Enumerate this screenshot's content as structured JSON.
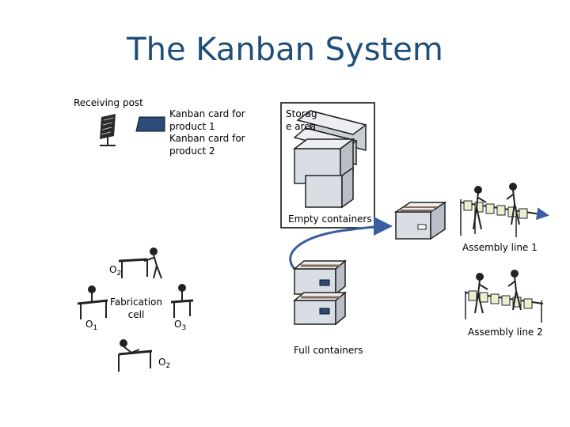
{
  "title": "The Kanban System",
  "labels": {
    "receiving_post": "Receiving post",
    "kanban_card_1": "Kanban card for product 1",
    "kanban_card_2": "Kanban card for product 2",
    "storage_area": "Storag e area",
    "empty_containers": "Empty containers",
    "assembly_line_1": "Assembly line 1",
    "assembly_line_2": "Assembly line 2",
    "full_containers": "Full containers",
    "fabrication_cell": "Fabrication cell",
    "o1": "O",
    "o1_sub": "1",
    "o2_top": "O",
    "o2_top_sub": "2",
    "o2_bottom": "O",
    "o2_bottom_sub": "2",
    "o3": "O",
    "o3_sub": "3"
  },
  "colors": {
    "title": "#1f4e79",
    "card_fill": "#2e4a7a",
    "container_fill": "#d9dde4",
    "container_stroke": "#222222",
    "flow_arrow": "#3a5fa0",
    "conveyor_fill": "#e8f0d0"
  },
  "icons": [
    "kanban-post-icon",
    "kanban-card-icon",
    "storage-container-icon",
    "worker-icon",
    "conveyor-icon",
    "workstation-icon"
  ]
}
